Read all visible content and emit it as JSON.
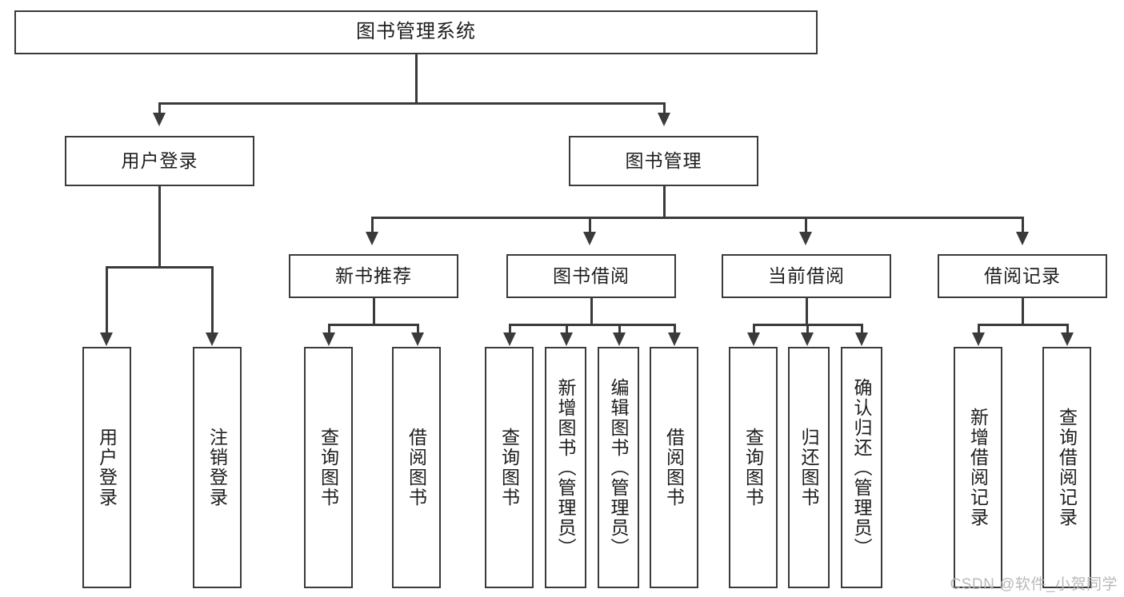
{
  "diagram": {
    "title": "图书管理系统",
    "type": "hierarchy-tree",
    "levels": 4,
    "root": {
      "id": "root",
      "label": "图书管理系统"
    },
    "level2": [
      {
        "id": "user-login",
        "label": "用户登录"
      },
      {
        "id": "book-manage",
        "label": "图书管理"
      }
    ],
    "level3": [
      {
        "id": "new-book-rec",
        "label": "新书推荐",
        "parent": "book-manage"
      },
      {
        "id": "book-borrow",
        "label": "图书借阅",
        "parent": "book-manage"
      },
      {
        "id": "current-borrow",
        "label": "当前借阅",
        "parent": "book-manage"
      },
      {
        "id": "borrow-record",
        "label": "借阅记录",
        "parent": "book-manage"
      }
    ],
    "leaves": {
      "user-login": [
        {
          "id": "leaf-user-login",
          "label": "用户登录"
        },
        {
          "id": "leaf-user-logout",
          "label": "注销登录"
        }
      ],
      "new-book-rec": [
        {
          "id": "leaf-query-book-1",
          "label": "查询图书"
        },
        {
          "id": "leaf-borrow-book-1",
          "label": "借阅图书"
        }
      ],
      "book-borrow": [
        {
          "id": "leaf-query-book-2",
          "label": "查询图书"
        },
        {
          "id": "leaf-add-book",
          "label": "新增图书（管理员）"
        },
        {
          "id": "leaf-edit-book",
          "label": "编辑图书（管理员）"
        },
        {
          "id": "leaf-borrow-book-2",
          "label": "借阅图书"
        }
      ],
      "current-borrow": [
        {
          "id": "leaf-query-book-3",
          "label": "查询图书"
        },
        {
          "id": "leaf-return-book",
          "label": "归还图书"
        },
        {
          "id": "leaf-confirm-return",
          "label": "确认归还（管理员）"
        }
      ],
      "borrow-record": [
        {
          "id": "leaf-add-record",
          "label": "新增借阅记录"
        },
        {
          "id": "leaf-query-record",
          "label": "查询借阅记录"
        }
      ]
    }
  },
  "watermark": {
    "text": "CSDN @软件_小贺同学"
  },
  "colors": {
    "stroke": "#3a3a3a",
    "fill": "#ffffff",
    "text": "#1d1d1d",
    "watermark": "#b9b9b9"
  }
}
